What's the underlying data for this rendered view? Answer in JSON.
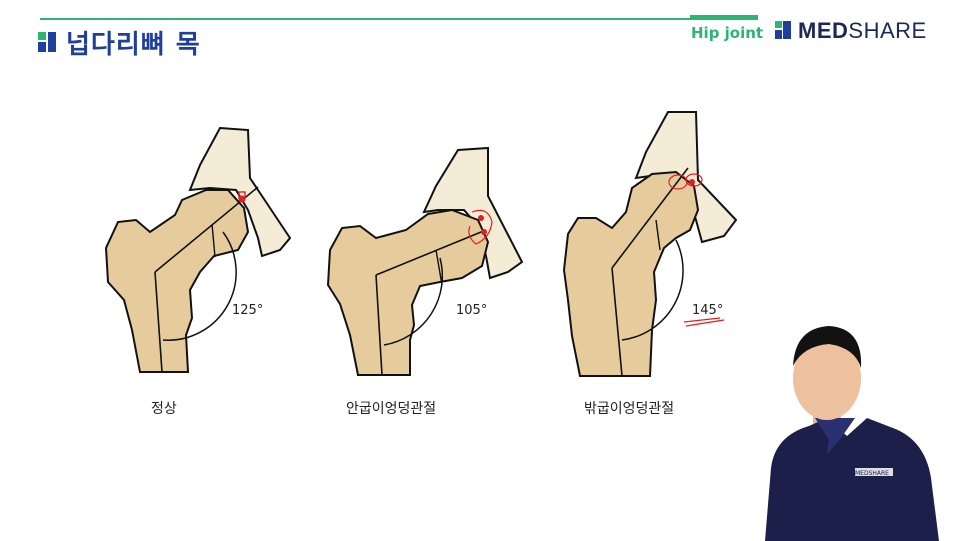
{
  "header": {
    "title": "넙다리뼈 목",
    "section": "Hip joint",
    "brand_bold": "MED",
    "brand_light": "SHARE"
  },
  "diagrams": [
    {
      "caption": "정상",
      "angle": "125°"
    },
    {
      "caption": "안굽이엉덩관절",
      "angle": "105°"
    },
    {
      "caption": "밖굽이엉덩관절",
      "angle": "145°"
    }
  ],
  "presenter": {
    "shirt_logo": "MEDSHARE"
  },
  "colors": {
    "accent": "#2bb673",
    "brand_blue": "#1f3f9a",
    "bone": "#e6cc9d",
    "pelvis": "#f4ecd6",
    "mark": "#e02020"
  }
}
